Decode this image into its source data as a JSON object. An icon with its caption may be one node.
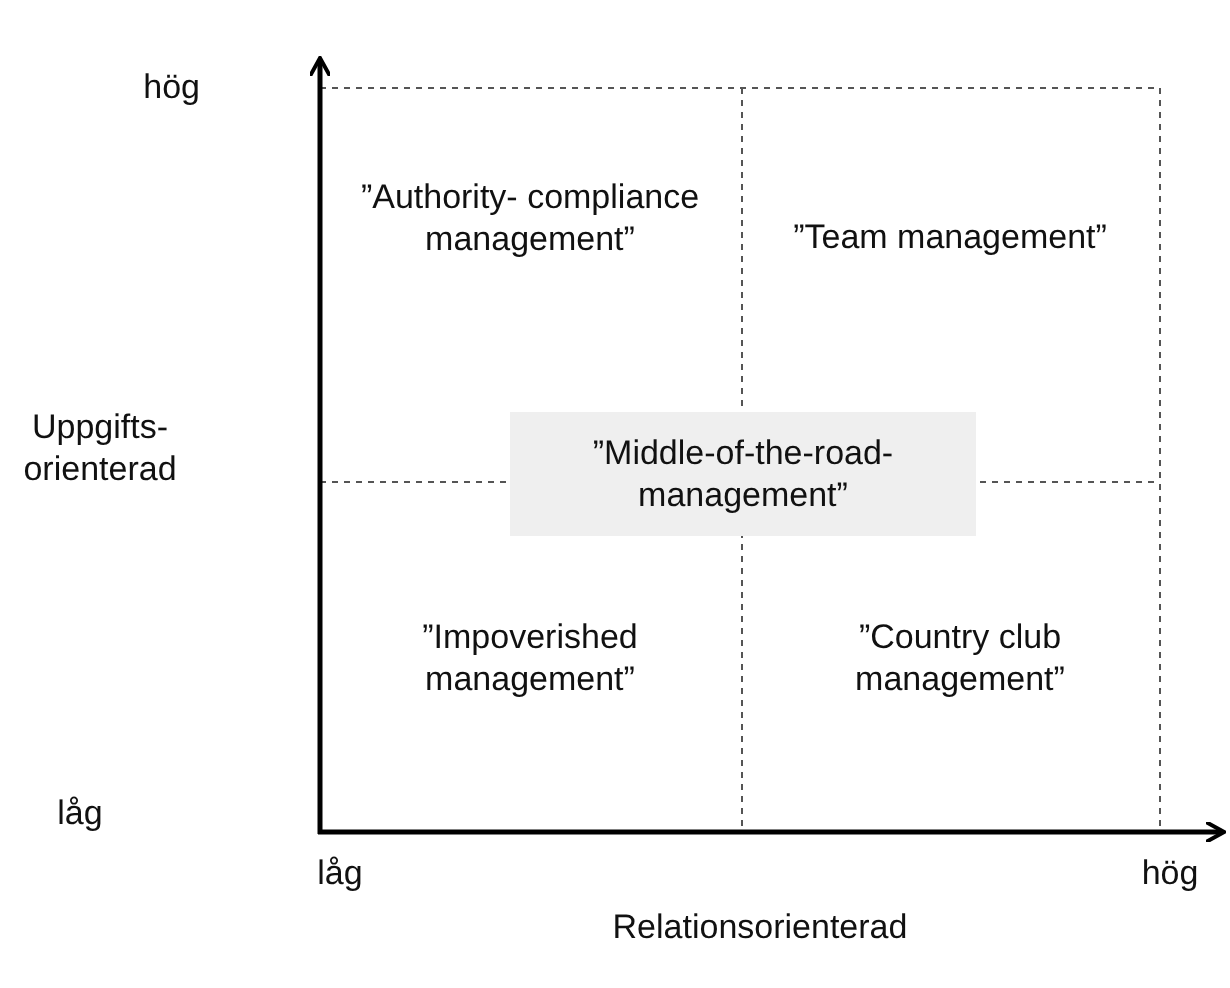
{
  "diagram": {
    "nodes": [
      {
        "text": [
          "”Middle-of-the-road- management”"
        ]
      }
    ],
    "edges": [],
    "labels": [
      "hög",
      "”Authority- compliance management”",
      "”Team management”",
      "Uppgifts- orienterad",
      "”Impoverished management”",
      "”Country club management”",
      "låg",
      "låg",
      "hög",
      "Relationsorienterad"
    ]
  }
}
